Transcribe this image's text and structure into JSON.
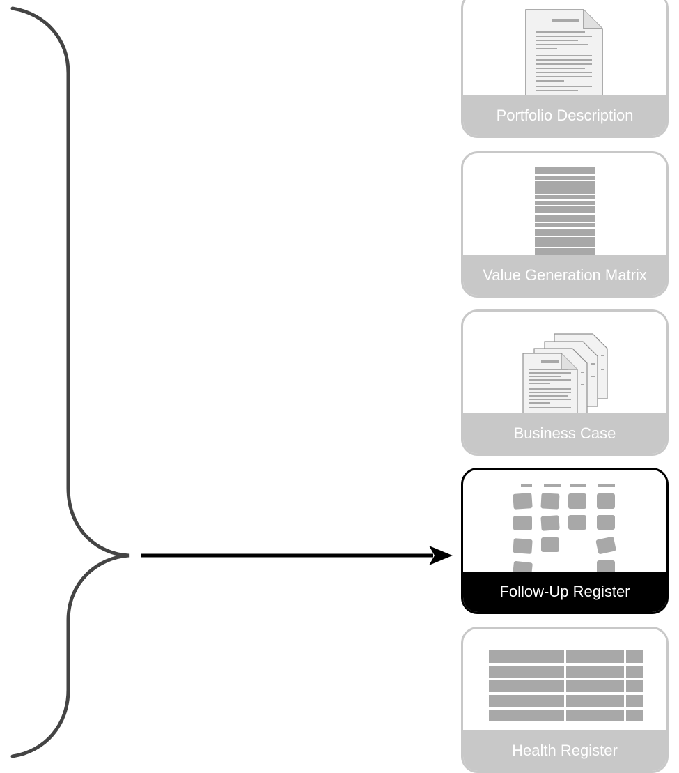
{
  "cards": [
    {
      "label": "Portfolio Description",
      "active": false
    },
    {
      "label": "Value Generation Matrix",
      "active": false
    },
    {
      "label": "Business Case",
      "active": false
    },
    {
      "label": "Follow-Up Register",
      "active": true
    },
    {
      "label": "Health Register",
      "active": false
    }
  ],
  "colors": {
    "inactive_border": "#c8c8c8",
    "active_border": "#000000",
    "brace": "#444444",
    "arrow": "#000000",
    "icon_fill": "#a8a8a8",
    "paper": "#f2f2f2"
  }
}
